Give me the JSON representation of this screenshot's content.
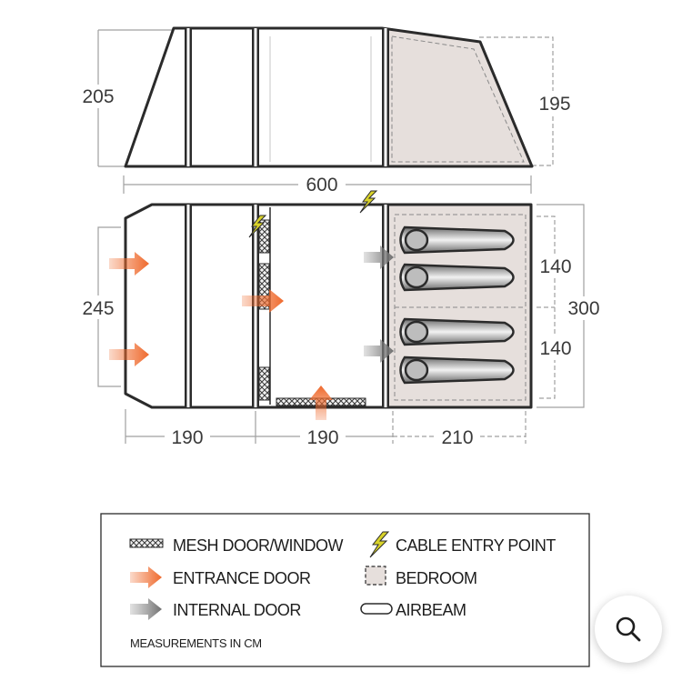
{
  "dimensions": {
    "side_left_height": "205",
    "side_right_height": "195",
    "total_length": "600",
    "floor_width": "245",
    "total_width": "300",
    "bedroom_upper": "140",
    "bedroom_lower": "140",
    "section_1": "190",
    "section_2": "190",
    "section_3": "210"
  },
  "legend": {
    "mesh": "MESH DOOR/WINDOW",
    "cable": "CABLE ENTRY POINT",
    "entrance": "ENTRANCE DOOR",
    "bedroom": "BEDROOM",
    "internal": "INTERNAL DOOR",
    "airbeam": "AIRBEAM",
    "note": "MEASUREMENTS IN CM"
  },
  "colors": {
    "outline": "#2b2b2b",
    "bedroom_fill": "#e6dfdc",
    "entrance_arrow": "#ef6a2d",
    "internal_arrow": "#7a7a7a",
    "cable_bolt": "#d8d22a",
    "dimension_line": "#a0a0a0"
  },
  "icons": {
    "zoom": "magnifier-icon"
  }
}
